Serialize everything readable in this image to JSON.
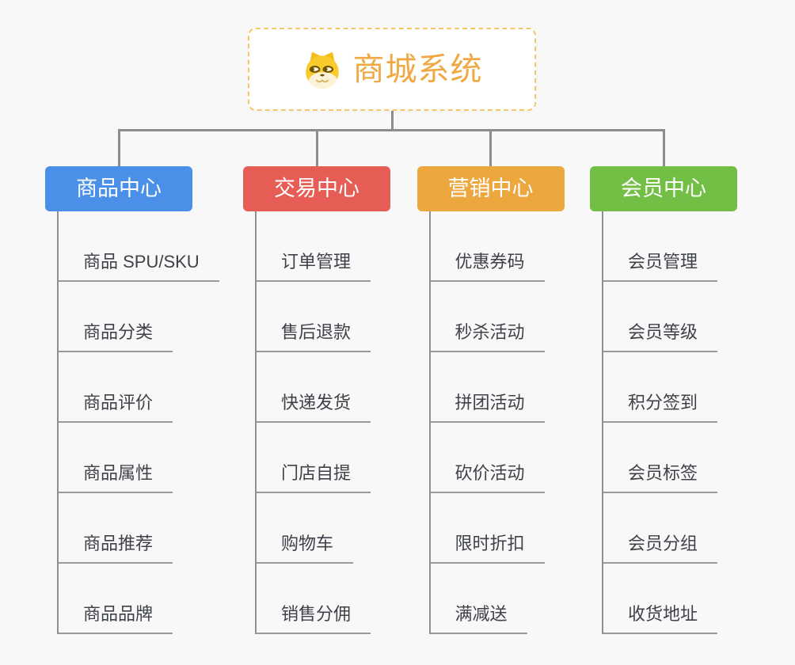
{
  "root": {
    "title": "商城系统",
    "icon": "dog-face-icon",
    "title_color": "#f0a843",
    "border_color": "#f6c66a"
  },
  "branches": [
    {
      "label": "商品中心",
      "color": "#4b90e8",
      "children": [
        "商品 SPU/SKU",
        "商品分类",
        "商品评价",
        "商品属性",
        "商品推荐",
        "商品品牌"
      ]
    },
    {
      "label": "交易中心",
      "color": "#e65d56",
      "children": [
        "订单管理",
        "售后退款",
        "快递发货",
        "门店自提",
        "购物车",
        "销售分佣"
      ]
    },
    {
      "label": "营销中心",
      "color": "#eda73f",
      "children": [
        "优惠券码",
        "秒杀活动",
        "拼团活动",
        "砍价活动",
        "限时折扣",
        "满减送"
      ]
    },
    {
      "label": "会员中心",
      "color": "#73bf45",
      "children": [
        "会员管理",
        "会员等级",
        "积分签到",
        "会员标签",
        "会员分组",
        "收货地址"
      ]
    }
  ],
  "colors": {
    "background": "#f8f8f8",
    "connector": "#8d8d8d",
    "child_line": "#9a9a9a",
    "child_text": "#3e4248"
  }
}
